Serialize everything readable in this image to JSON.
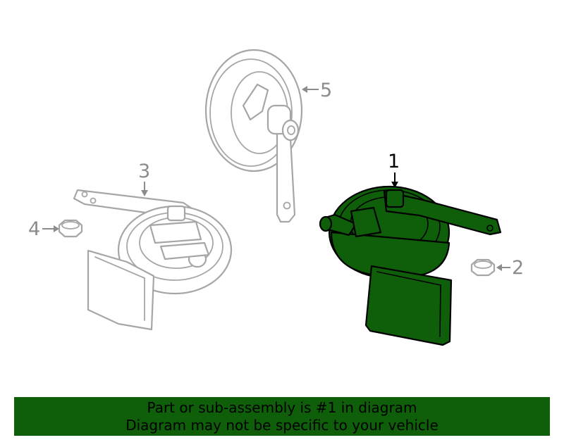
{
  "callouts": {
    "part1": "1",
    "part2": "2",
    "part3": "3",
    "part4": "4",
    "part5": "5"
  },
  "banner": {
    "line1": "Part or sub-assembly is #1 in diagram",
    "line2": "Diagram may not be specific to your vehicle"
  },
  "colors": {
    "highlight": "#0f5f0a",
    "line_gray": "#a6a6a6",
    "label_gray": "#8c8c8c"
  }
}
